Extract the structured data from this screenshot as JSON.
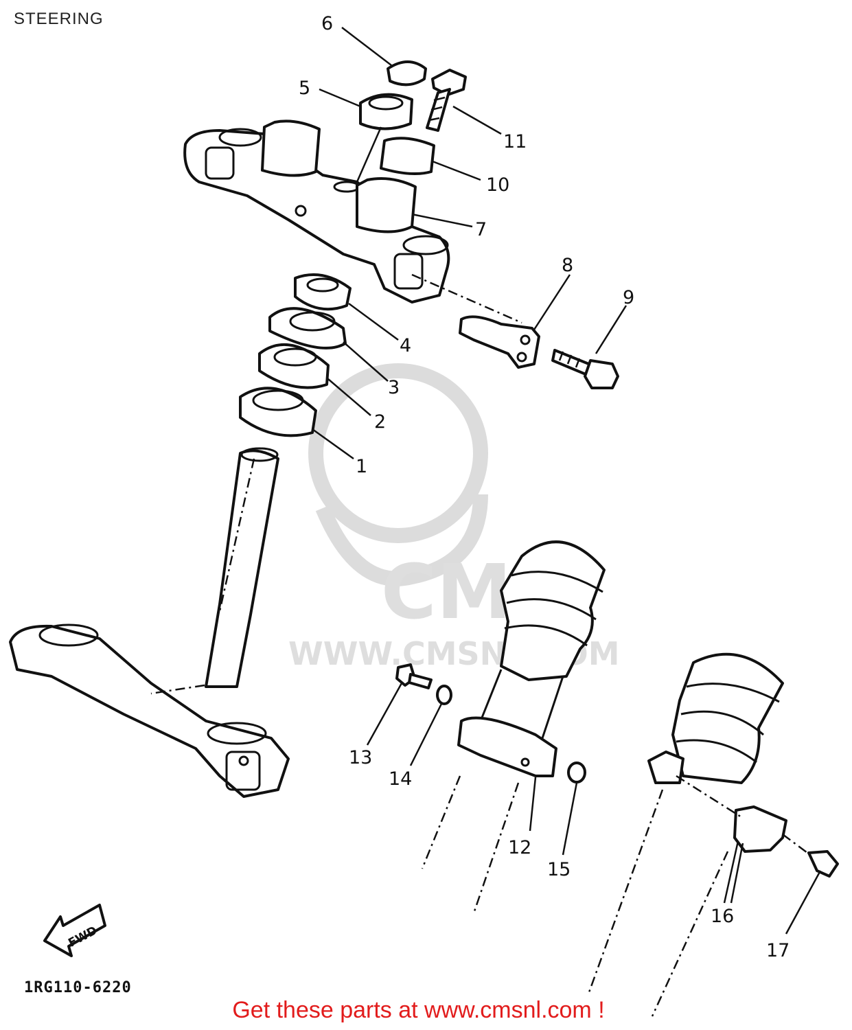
{
  "page": {
    "title": "STEERING",
    "drawing_code": "1RG110-6220",
    "fwd_label": "FWD",
    "footer": "Get these parts at www.cmsnl.com !"
  },
  "watermark": {
    "brand": "CMS",
    "url": "WWW.CMSNL.COM"
  },
  "callouts": [
    "1",
    "2",
    "3",
    "4",
    "5",
    "6",
    "7",
    "8",
    "9",
    "10",
    "11",
    "12",
    "13",
    "14",
    "15",
    "16",
    "17"
  ],
  "colors": {
    "line_art": "#111111",
    "footer_text": "#e21c1c",
    "watermark": "#dcdcdc"
  }
}
